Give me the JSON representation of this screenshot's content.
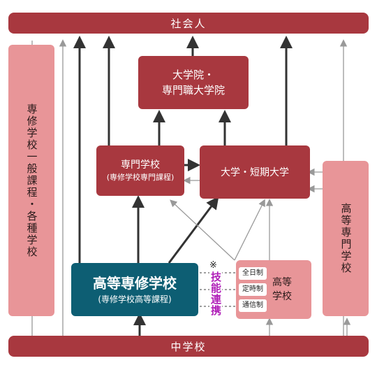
{
  "society": "社会人",
  "junior_high": "中学校",
  "grad_school": [
    "大学院・",
    "専門職大学院"
  ],
  "senmon_school": {
    "title": "専門学校",
    "sub": "(専修学校専門課程)"
  },
  "university": "大学・短期大学",
  "kotou_senshu": {
    "title": "高等専修学校",
    "sub": "(専修学校高等課程)"
  },
  "general_course": "専修学校一般課程・各種学校",
  "koutou_senmon": "高等専門学校",
  "high_school": {
    "label_line1": "高等",
    "label_line2": "学校",
    "courses": [
      "全日制",
      "定時制",
      "通信制"
    ]
  },
  "skill_link": {
    "mark": "※",
    "text": "技能連携"
  },
  "colors": {
    "dark_red": "#a8383f",
    "light_red": "#e89598",
    "teal": "#0d5e73",
    "purple": "#b01fb8"
  }
}
